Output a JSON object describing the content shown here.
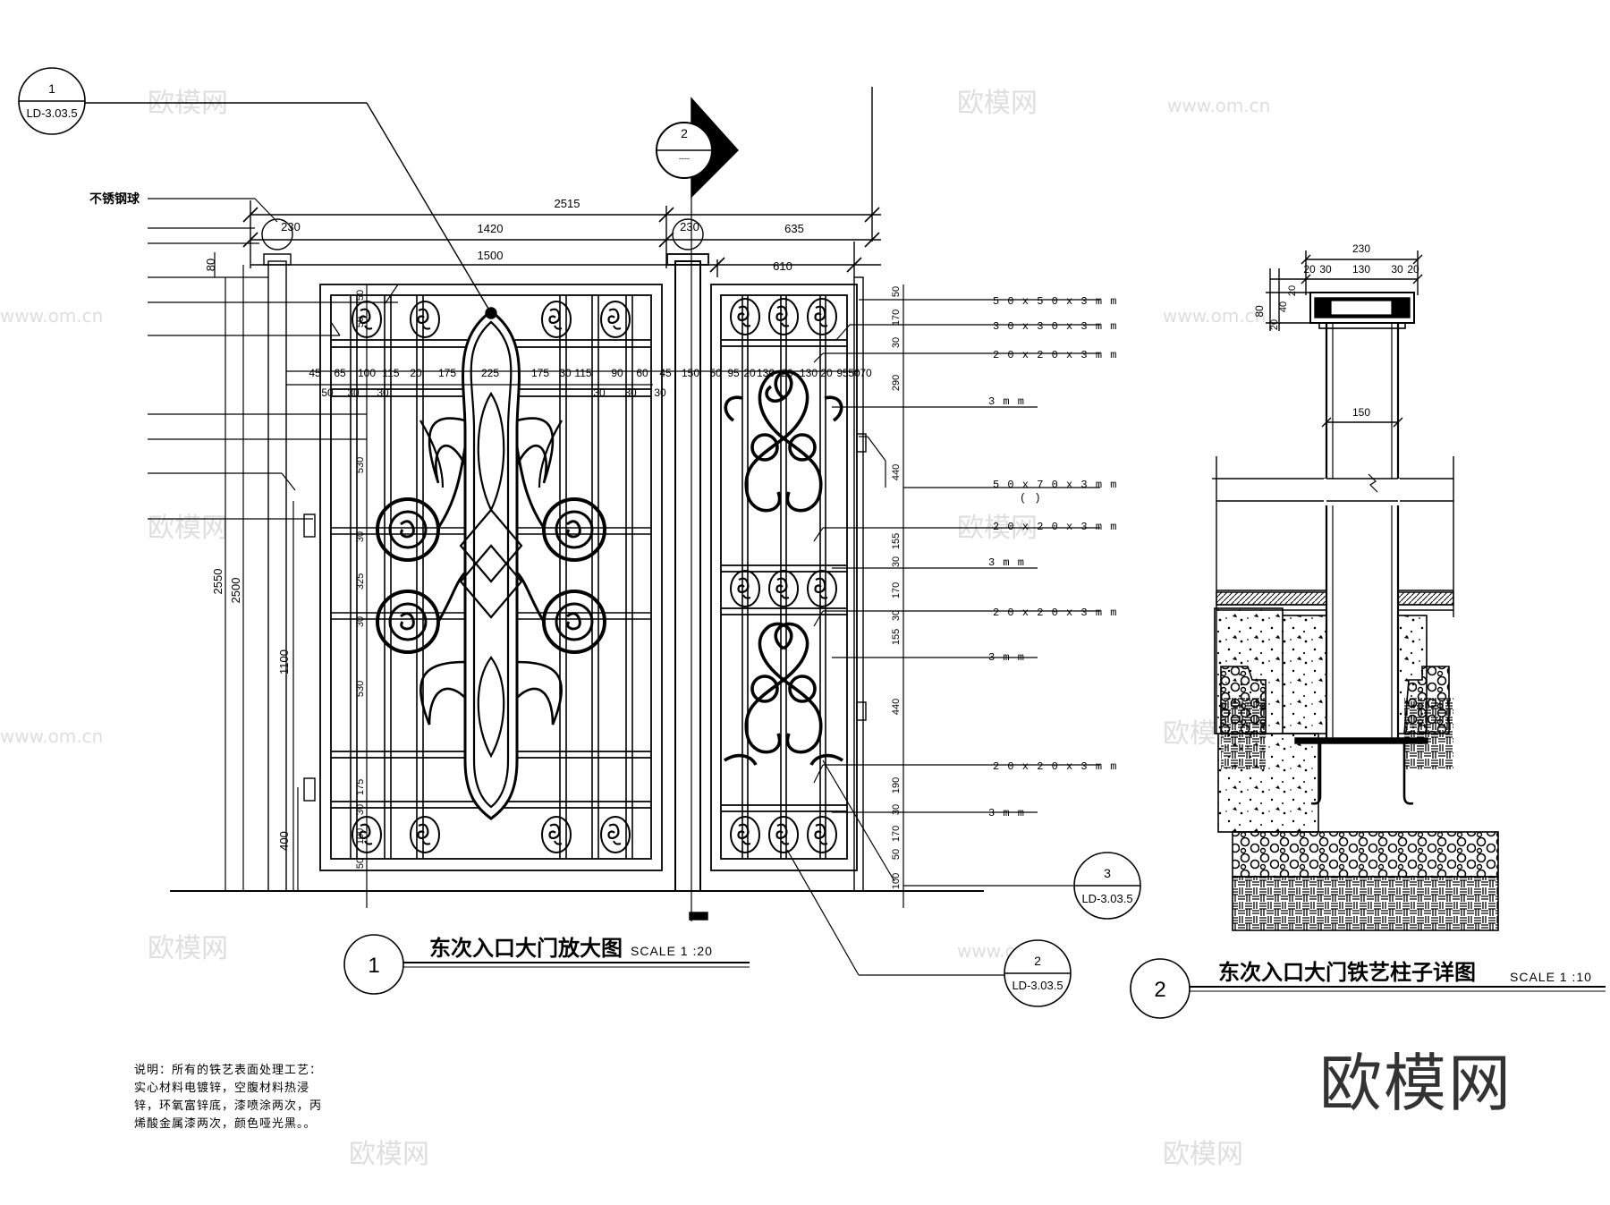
{
  "watermark": {
    "logo": "欧模网",
    "url": "www.om.cn"
  },
  "gate_drawing": {
    "title": "东次入口大门放大图",
    "scale": "SCALE 1 :20",
    "number": "1",
    "top_dimensions": {
      "total": "2515",
      "left": "1420",
      "right": "635",
      "post_left": "230",
      "post_mid": "230",
      "inner_left": "1500",
      "inner_right": "610"
    },
    "side_dimensions": {
      "total": "2550",
      "height": "2500",
      "mid": "1100",
      "low": "400",
      "cap": "80"
    },
    "horizontal_dims": [
      "45",
      "65",
      "100",
      "115",
      "20",
      "175",
      "225",
      "175",
      "30",
      "115",
      "90",
      "60",
      "45",
      "150",
      "50",
      "95",
      "20",
      "130",
      "20",
      "130",
      "20",
      "95",
      "50",
      "70"
    ],
    "horizontal_dims_row2": [
      "50",
      "30",
      "30",
      "30",
      "30",
      "30"
    ],
    "left_panel_vertical_dims": [
      "50",
      "50",
      "530",
      "30",
      "325",
      "30",
      "530",
      "175",
      "30",
      "100",
      "50"
    ],
    "right_panel_vertical_dims": [
      "50",
      "170",
      "30",
      "290",
      "440",
      "155",
      "30",
      "170",
      "30",
      "155",
      "440",
      "190",
      "30",
      "170",
      "50",
      "100"
    ],
    "label_steel_ball": "不锈钢球",
    "callouts": [
      "5 0 x 5 0 x 3 m m",
      "3 0 x 3 0 x 3 m m",
      "2 0 x 2 0 x 3 m m",
      "3 m m",
      "5 0 x 7 0 x 3 m m",
      "(                    )",
      "2 0 x 2 0 x 3 m m",
      "3 m m",
      "2 0 x 2 0 x 3 m m",
      "3 m m",
      "2 0 x 2 0 x 3 m m",
      "3 m m"
    ]
  },
  "post_drawing": {
    "title": "东次入口大门铁艺柱子详图",
    "scale": "SCALE 1 :10",
    "number": "2",
    "dims_top": [
      "230",
      "20",
      "30",
      "130",
      "30",
      "20"
    ],
    "dims_side": [
      "80",
      "20",
      "40",
      "20"
    ],
    "dim_width": "150"
  },
  "references": [
    {
      "num": "1",
      "sheet": "LD-3.03.5"
    },
    {
      "num": "2",
      "sheet": "----"
    },
    {
      "num": "3",
      "sheet": "LD-3.03.5"
    },
    {
      "num": "2",
      "sheet": "LD-3.03.5"
    }
  ],
  "notes": [
    "说明：所有的铁艺表面处理工艺：",
    "实心材料电镀锌，空腹材料热浸",
    "锌，环氧富锌底，漆喷涂两次，丙",
    "烯酸金属漆两次，颜色哑光黑。。"
  ]
}
